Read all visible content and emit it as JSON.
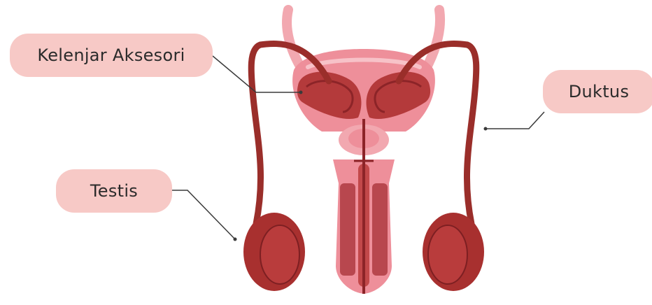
{
  "labels": {
    "accessory_glands": "Kelenjar Aksesori",
    "ducts": "Duktus",
    "testis": "Testis"
  },
  "colors": {
    "label_background": "#f7c9c6",
    "label_text": "#2b2b2b",
    "tissue_dark": "#9a2e2a",
    "tissue_mid": "#c2484a",
    "tissue_light": "#ee8f9a",
    "tissue_pale": "#f2a8b0",
    "leader_line": "#3a3a3a"
  }
}
